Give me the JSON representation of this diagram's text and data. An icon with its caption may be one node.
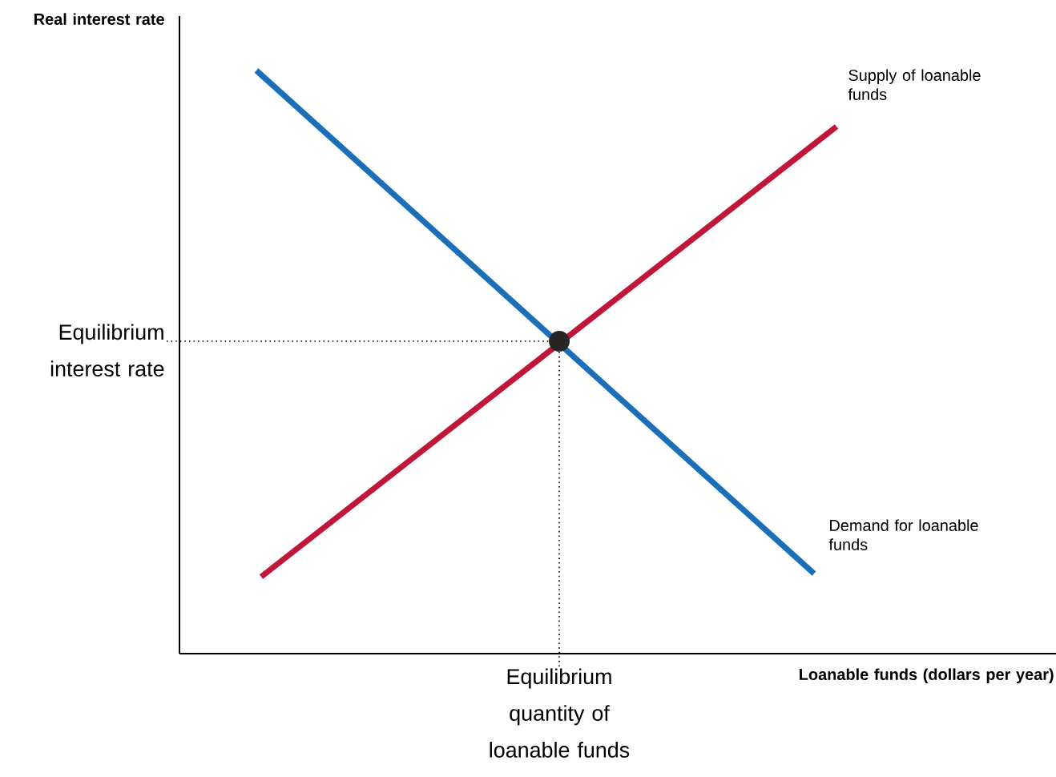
{
  "diagram": {
    "nodes": [
      {
        "text": [
          "Equilibrium interest rate"
        ]
      },
      {
        "text": [
          "Equilibrium quantity of loanable funds"
        ]
      },
      {
        "text": [],
        "shape": "circle"
      }
    ],
    "edges": [
      {
        "from": 0,
        "to": 2,
        "arrow": "none",
        "style": "dashed"
      },
      {
        "from": 1,
        "to": 2,
        "arrow": "none",
        "style": "dashed"
      }
    ],
    "labels": [
      "Real interest rate",
      "Supply of loanable funds",
      "Demand for loanable funds",
      "Loanable funds (dollars per year)"
    ]
  }
}
